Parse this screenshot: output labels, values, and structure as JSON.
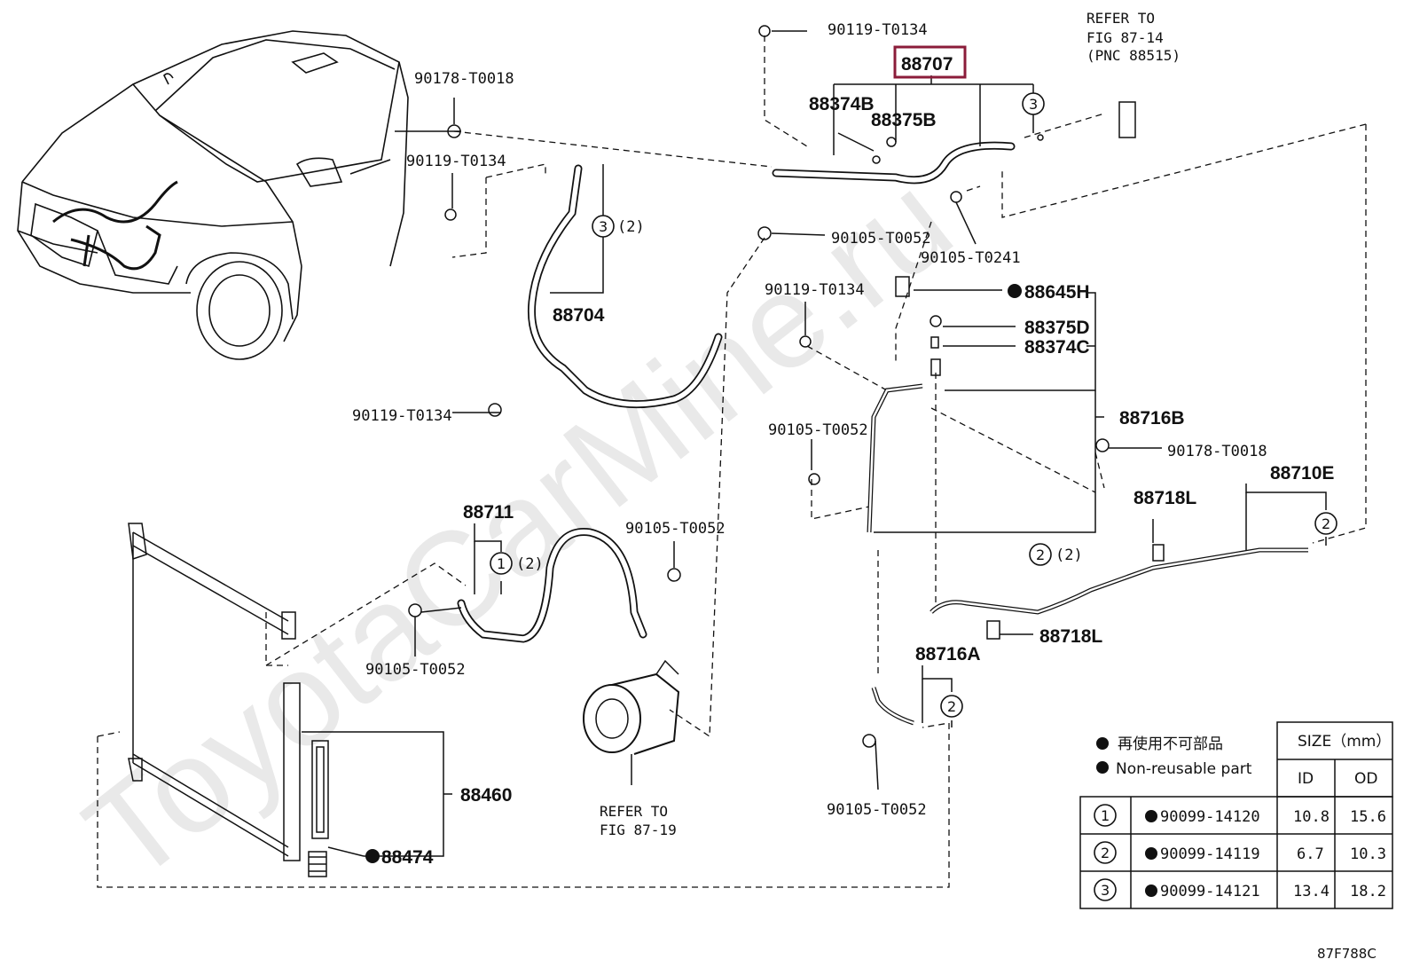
{
  "watermark": "ToyotaCarMine.ru",
  "highlight_color": "#8b1c3a",
  "parts": {
    "p88707": "88707",
    "p90119_a": "90119-T0134",
    "refer_top_1": "REFER TO",
    "refer_top_2": "FIG 87-14",
    "refer_top_3": "(PNC 88515)",
    "p90178_a": "90178-T0018",
    "p88374B": "88374B",
    "p88375B": "88375B",
    "p90119_b": "90119-T0134",
    "p90105_a": "90105-T0052",
    "p90105_b": "90105-T0241",
    "p88704": "88704",
    "p90119_c": "90119-T0134",
    "p88645H": "88645H",
    "p88375D": "88375D",
    "p88374C": "88374C",
    "p90119_d": "90119-T0134",
    "p88716B": "88716B",
    "p90105_c": "90105-T0052",
    "p90178_b": "90178-T0018",
    "p88710E": "88710E",
    "p88718L_a": "88718L",
    "p88718L_b": "88718L",
    "p88711": "88711",
    "p90105_d": "90105-T0052",
    "p90105_e": "90105-T0052",
    "p88716A": "88716A",
    "p88460": "88460",
    "p88474": "88474",
    "refer_bot_1": "REFER TO",
    "refer_bot_2": "FIG 87-19",
    "p90105_f": "90105-T0052",
    "qty2": "(2)",
    "code": "87F788C"
  },
  "circles": {
    "c1": "1",
    "c2": "2",
    "c3": "3"
  },
  "legend": {
    "jp": "再使用不可部品",
    "en": "Non-reusable part",
    "size_header": "SIZE（mm）",
    "col_id": "ID",
    "col_od": "OD",
    "rows": [
      {
        "num": "1",
        "part": "90099-14120",
        "id": "10.8",
        "od": "15.6"
      },
      {
        "num": "2",
        "part": "90099-14119",
        "id": "6.7",
        "od": "10.3"
      },
      {
        "num": "3",
        "part": "90099-14121",
        "id": "13.4",
        "od": "18.2"
      }
    ]
  }
}
